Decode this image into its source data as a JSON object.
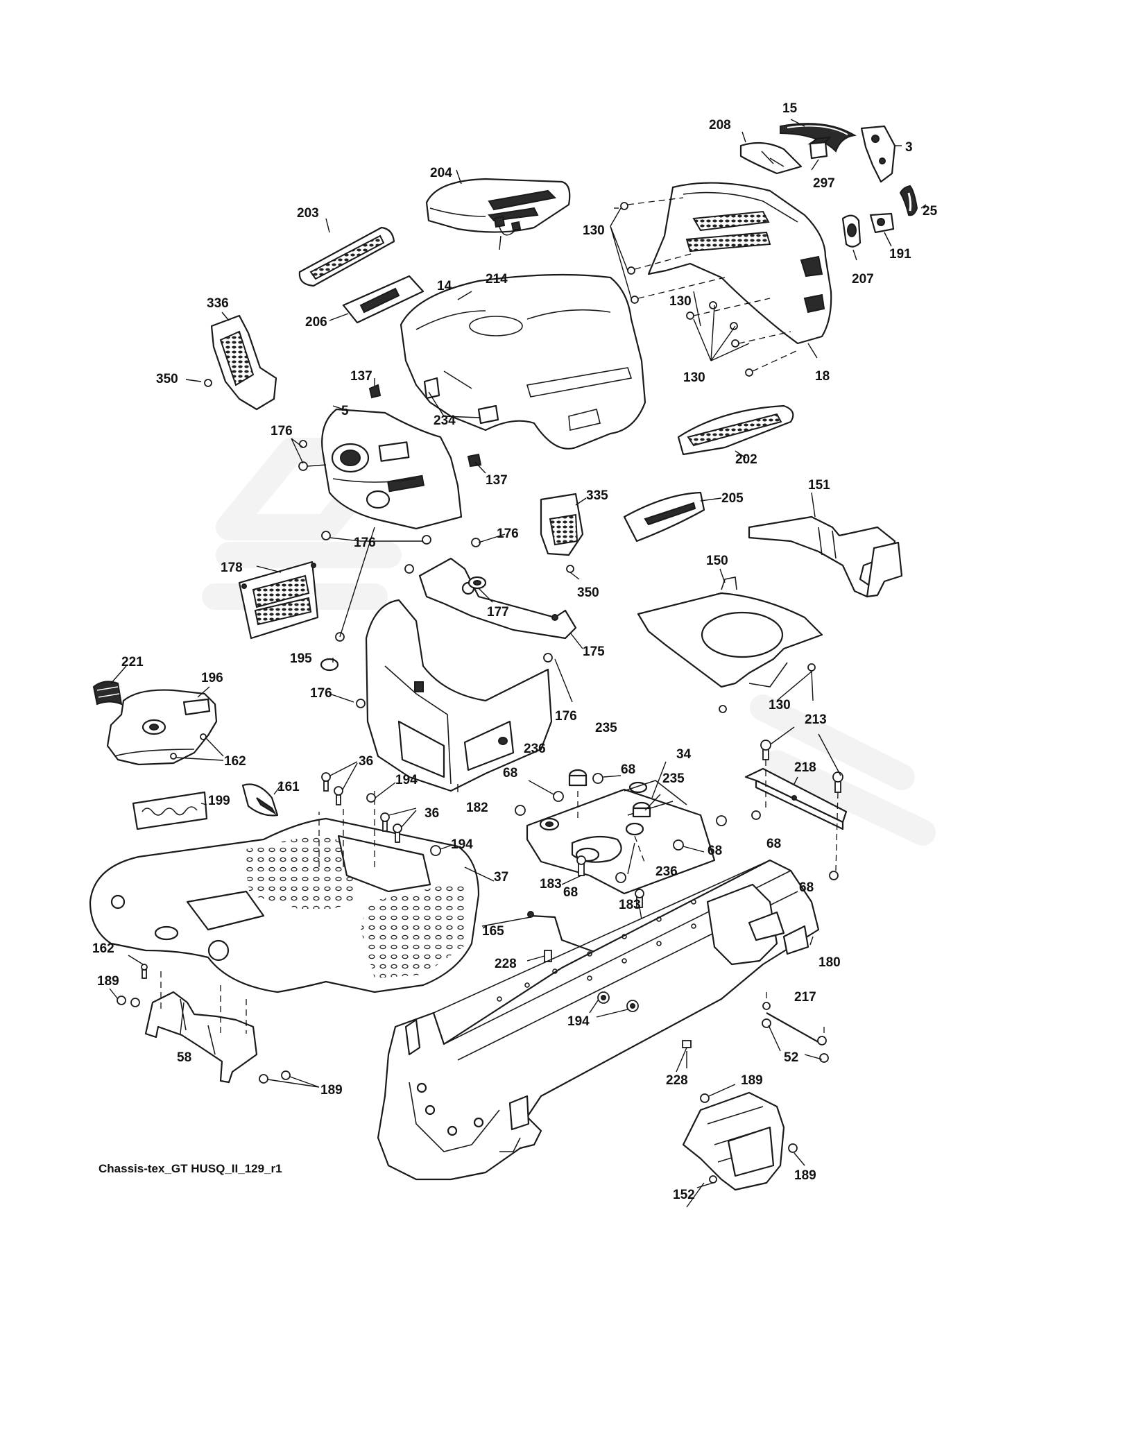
{
  "caption": "Chassis-tex_GT HUSQ_II_129_r1",
  "labels": [
    {
      "id": "l15",
      "text": "15"
    },
    {
      "id": "l208",
      "text": "208"
    },
    {
      "id": "l3",
      "text": "3"
    },
    {
      "id": "l297",
      "text": "297"
    },
    {
      "id": "l204",
      "text": "204"
    },
    {
      "id": "l25",
      "text": "25"
    },
    {
      "id": "l203",
      "text": "203"
    },
    {
      "id": "l214",
      "text": "214"
    },
    {
      "id": "l130a",
      "text": "130"
    },
    {
      "id": "l191",
      "text": "191"
    },
    {
      "id": "l207",
      "text": "207"
    },
    {
      "id": "l14",
      "text": "14"
    },
    {
      "id": "l336",
      "text": "336"
    },
    {
      "id": "l206",
      "text": "206"
    },
    {
      "id": "l130b",
      "text": "130"
    },
    {
      "id": "l350a",
      "text": "350"
    },
    {
      "id": "l130c",
      "text": "130"
    },
    {
      "id": "l18",
      "text": "18"
    },
    {
      "id": "l137a",
      "text": "137"
    },
    {
      "id": "l5",
      "text": "5"
    },
    {
      "id": "l234",
      "text": "234"
    },
    {
      "id": "l176a",
      "text": "176"
    },
    {
      "id": "l202",
      "text": "202"
    },
    {
      "id": "l137b",
      "text": "137"
    },
    {
      "id": "l335",
      "text": "335"
    },
    {
      "id": "l205",
      "text": "205"
    },
    {
      "id": "l151",
      "text": "151"
    },
    {
      "id": "l176b",
      "text": "176"
    },
    {
      "id": "l176c",
      "text": "176"
    },
    {
      "id": "l178",
      "text": "178"
    },
    {
      "id": "l350b",
      "text": "350"
    },
    {
      "id": "l150",
      "text": "150"
    },
    {
      "id": "l177",
      "text": "177"
    },
    {
      "id": "l175",
      "text": "175"
    },
    {
      "id": "l221",
      "text": "221"
    },
    {
      "id": "l196",
      "text": "196"
    },
    {
      "id": "l195",
      "text": "195"
    },
    {
      "id": "l176d",
      "text": "176"
    },
    {
      "id": "l130d",
      "text": "130"
    },
    {
      "id": "l176e",
      "text": "176"
    },
    {
      "id": "l235a",
      "text": "235"
    },
    {
      "id": "l213",
      "text": "213"
    },
    {
      "id": "l236a",
      "text": "236"
    },
    {
      "id": "l68a",
      "text": "68"
    },
    {
      "id": "l34",
      "text": "34"
    },
    {
      "id": "l162a",
      "text": "162"
    },
    {
      "id": "l36a",
      "text": "36"
    },
    {
      "id": "l218",
      "text": "218"
    },
    {
      "id": "l68b",
      "text": "68"
    },
    {
      "id": "l235b",
      "text": "235"
    },
    {
      "id": "l194a",
      "text": "194"
    },
    {
      "id": "l161",
      "text": "161"
    },
    {
      "id": "l182",
      "text": "182"
    },
    {
      "id": "l199",
      "text": "199"
    },
    {
      "id": "l36b",
      "text": "36"
    },
    {
      "id": "l68c",
      "text": "68"
    },
    {
      "id": "l68d",
      "text": "68"
    },
    {
      "id": "l194b",
      "text": "194"
    },
    {
      "id": "l37",
      "text": "37"
    },
    {
      "id": "l236b",
      "text": "236"
    },
    {
      "id": "l183a",
      "text": "183"
    },
    {
      "id": "l68e",
      "text": "68"
    },
    {
      "id": "l68f",
      "text": "68"
    },
    {
      "id": "l183b",
      "text": "183"
    },
    {
      "id": "l165",
      "text": "165"
    },
    {
      "id": "l162b",
      "text": "162"
    },
    {
      "id": "l228a",
      "text": "228"
    },
    {
      "id": "l180",
      "text": "180"
    },
    {
      "id": "l189a",
      "text": "189"
    },
    {
      "id": "l217",
      "text": "217"
    },
    {
      "id": "l194c",
      "text": "194"
    },
    {
      "id": "l52",
      "text": "52"
    },
    {
      "id": "l58",
      "text": "58"
    },
    {
      "id": "l228b",
      "text": "228"
    },
    {
      "id": "l189b",
      "text": "189"
    },
    {
      "id": "l189c",
      "text": "189"
    },
    {
      "id": "l189d",
      "text": "189"
    },
    {
      "id": "l152",
      "text": "152"
    }
  ]
}
